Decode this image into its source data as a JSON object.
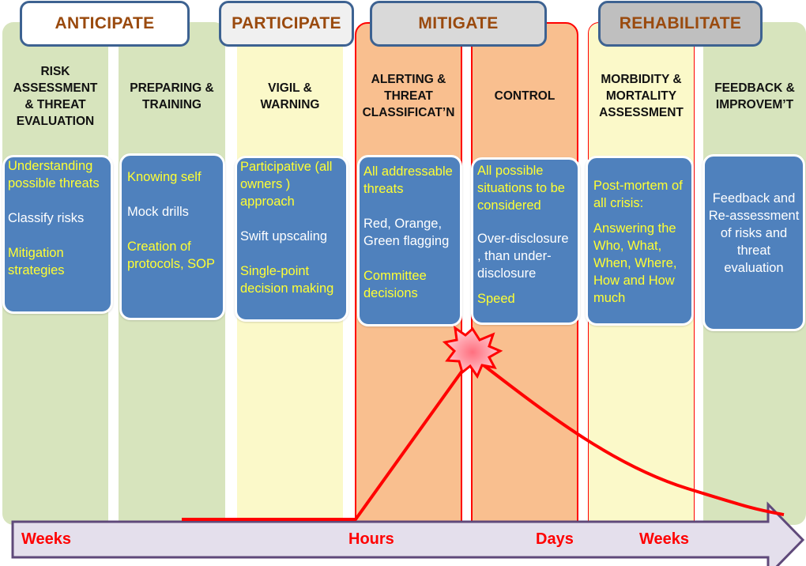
{
  "phases": [
    {
      "label": "ANTICIPATE",
      "bg": "#ffffff"
    },
    {
      "label": "PARTICIPATE",
      "bg": "#f0f0f0"
    },
    {
      "label": "MITIGATE",
      "bg": "#d9d9d9"
    },
    {
      "label": "REHABILITATE",
      "bg": "#bfbfbf"
    }
  ],
  "columns": [
    {
      "title": [
        "RISK",
        "ASSESSMENT",
        "& THREAT",
        "EVALUATION"
      ],
      "items": [
        {
          "text": "Understanding possible threats",
          "color": "yellow"
        },
        {
          "text": "Classify risks",
          "color": "white"
        },
        {
          "text": "Mitigation strategies",
          "color": "yellow"
        }
      ]
    },
    {
      "title": [
        "PREPARING &",
        "TRAINING"
      ],
      "items": [
        {
          "text": "Knowing self",
          "color": "yellow"
        },
        {
          "text": "Mock  drills",
          "color": "white"
        },
        {
          "text": "Creation of protocols, SOP",
          "color": "yellow"
        }
      ]
    },
    {
      "title": [
        "VIGIL &",
        "WARNING"
      ],
      "items": [
        {
          "text": "Participative (all owners ) approach",
          "color": "yellow"
        },
        {
          "text": "Swift upscaling",
          "color": "white"
        },
        {
          "text": "Single-point decision making",
          "color": "yellow"
        }
      ]
    },
    {
      "title": [
        "ALERTING &",
        "THREAT",
        "CLASSIFICAT’N"
      ],
      "items": [
        {
          "text": "All addressable threats",
          "color": "yellow"
        },
        {
          "text": "Red, Orange, Green flagging",
          "color": "white"
        },
        {
          "text": "Committee decisions",
          "color": "yellow"
        }
      ]
    },
    {
      "title": [
        "CONTROL"
      ],
      "items": [
        {
          "text": "All possible situations to be considered",
          "color": "yellow"
        },
        {
          "text": "Over-disclosure , than under-disclosure",
          "color": "white"
        },
        {
          "text": "Speed",
          "color": "yellow"
        }
      ]
    },
    {
      "title": [
        "MORBIDITY &",
        "MORTALITY",
        "ASSESSMENT"
      ],
      "items": [
        {
          "text": "Post-mortem of all crisis:",
          "color": "yellow"
        },
        {
          "text": "Answering the Who, What, When, Where, How and How much",
          "color": "yellow"
        }
      ]
    },
    {
      "title": [
        "FEEDBACK &",
        "IMPROVEM’T"
      ],
      "items": [
        {
          "text": "Feedback and Re-assessment of risks and threat evaluation",
          "color": "white"
        }
      ]
    }
  ],
  "timeline": {
    "labels": [
      "Weeks",
      "Hours",
      "Days",
      "Weeks"
    ]
  },
  "colors": {
    "phase_text": "#9a4a0e",
    "box_blue": "#4f81bd",
    "item_yellow": "#ffff33",
    "curve_red": "#ff0000",
    "green_col": "#d7e4bd",
    "yellow_col": "#fbf9c9",
    "orange_col": "#f9bf8f",
    "arrow_fill": "#e4dfec",
    "arrow_border": "#5f497a"
  },
  "crisis_marker": {
    "icon": "explosion-burst-icon"
  }
}
